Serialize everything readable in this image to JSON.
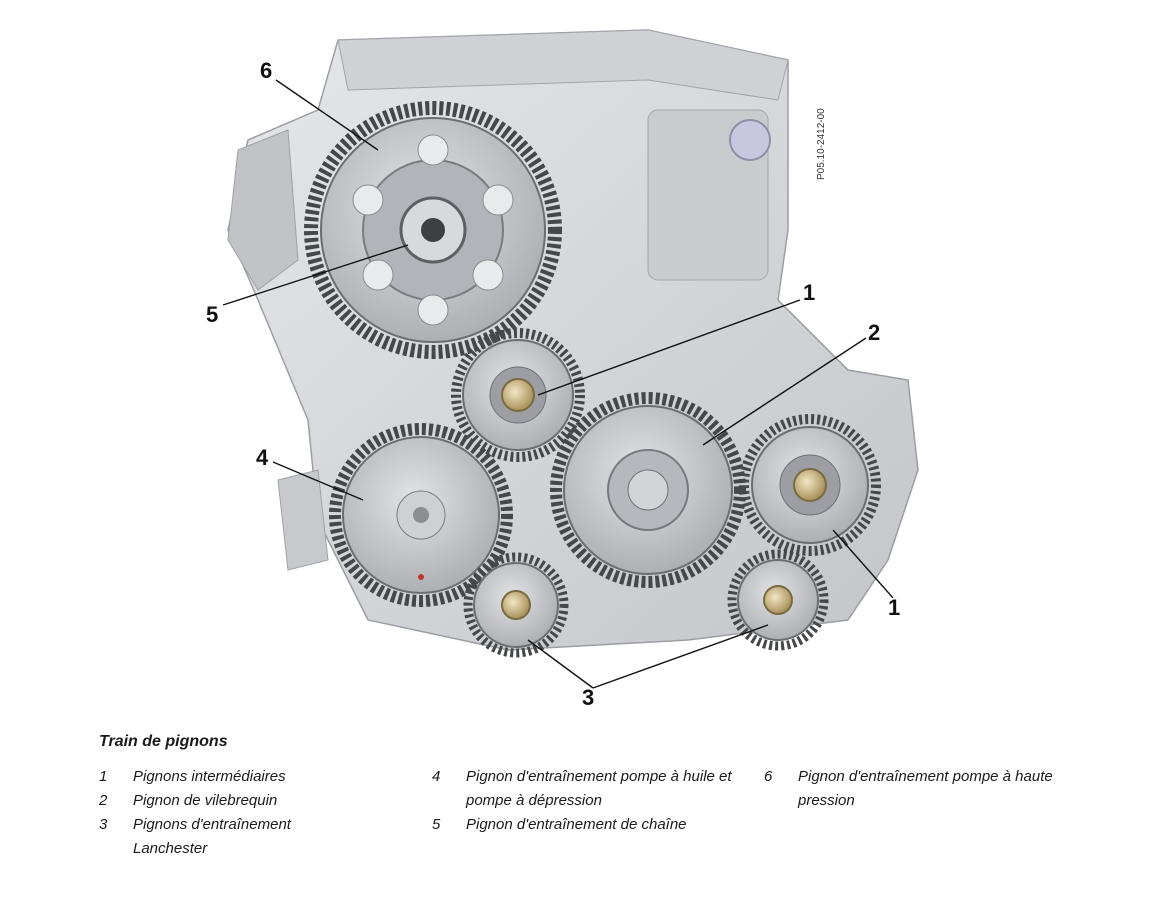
{
  "figure": {
    "reference_code": "P05.10-2412-00",
    "callouts": [
      "6",
      "5",
      "1",
      "2",
      "4",
      "1",
      "3"
    ]
  },
  "caption": {
    "title": "Train de pignons",
    "legend": [
      {
        "num": "1",
        "text": "Pignons intermédiaires"
      },
      {
        "num": "2",
        "text": "Pignon de vilebrequin"
      },
      {
        "num": "3",
        "text": "Pignons d'entraînement Lanchester"
      },
      {
        "num": "4",
        "text": "Pignon d'entraînement pompe à huile et pompe à dépression"
      },
      {
        "num": "5",
        "text": "Pignon d'entraînement de chaîne"
      },
      {
        "num": "6",
        "text": "Pignon d'entraînement pompe à haute pression"
      }
    ]
  },
  "colors": {
    "engine_block": "#d9dadd",
    "engine_shadow": "#b9bbbf",
    "gear_face": "#c4c6ca",
    "gear_teeth": "#4a4c50",
    "bolt_brass": "#c9b27a"
  }
}
